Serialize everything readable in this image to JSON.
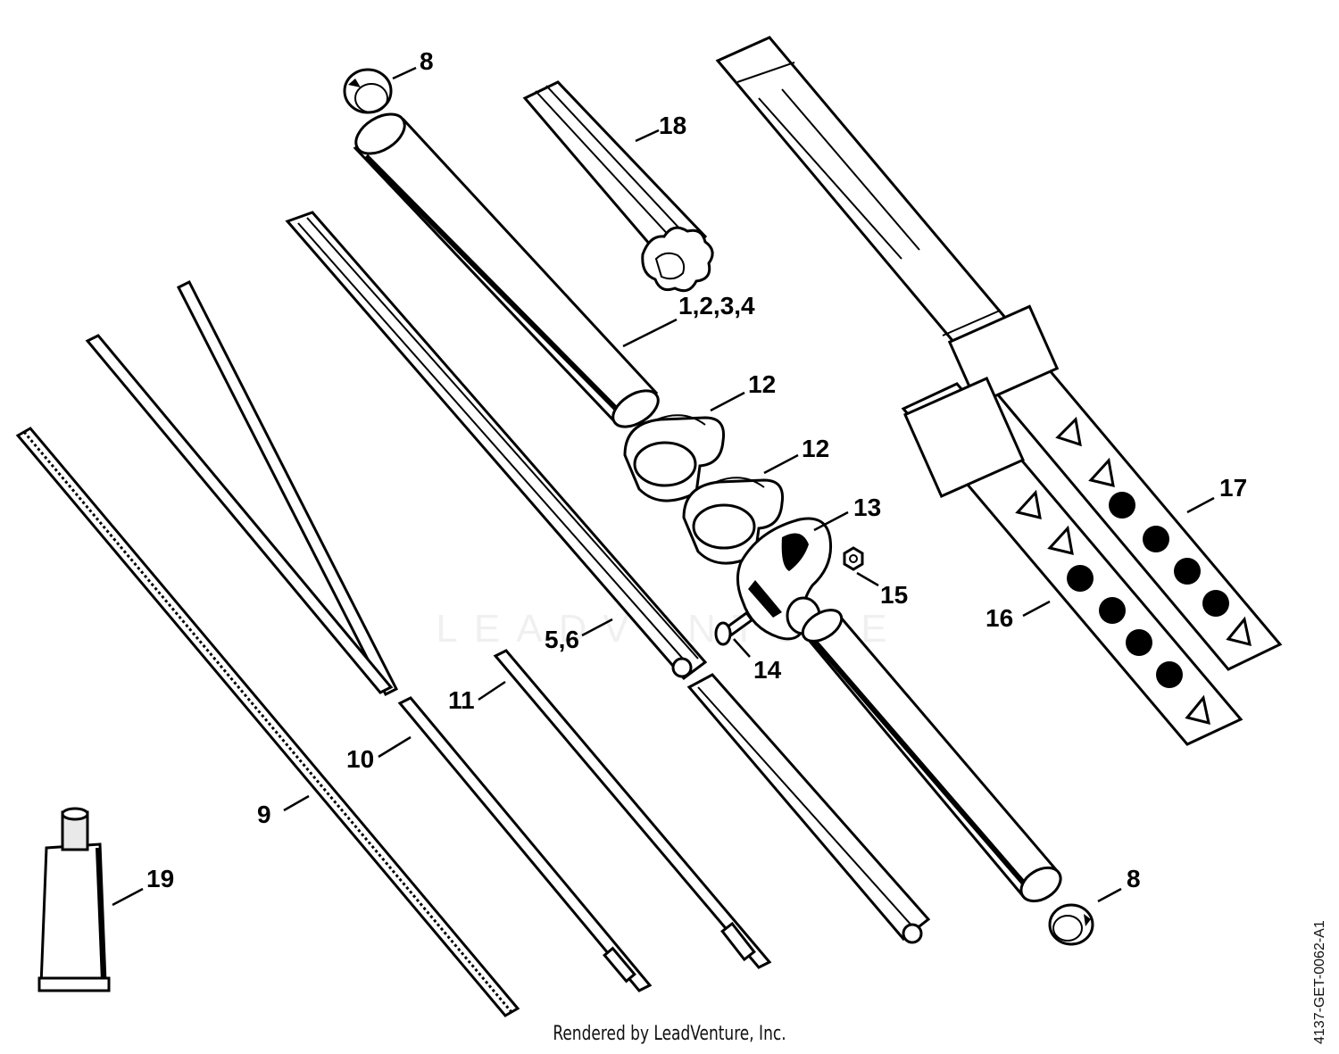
{
  "callouts": {
    "c8_top": "8",
    "c18": "18",
    "c1234": "1,2,3,4",
    "c12_a": "12",
    "c12_b": "12",
    "c13": "13",
    "c15": "15",
    "c14": "14",
    "c56": "5,6",
    "c11": "11",
    "c10": "10",
    "c9": "9",
    "c19": "19",
    "c8_bottom": "8",
    "c16": "16",
    "c17": "17"
  },
  "footer": "Rendered by LeadVenture, Inc.",
  "drawing_code": "4137-GET-0062-A1",
  "watermark": "LEADVENTURE"
}
